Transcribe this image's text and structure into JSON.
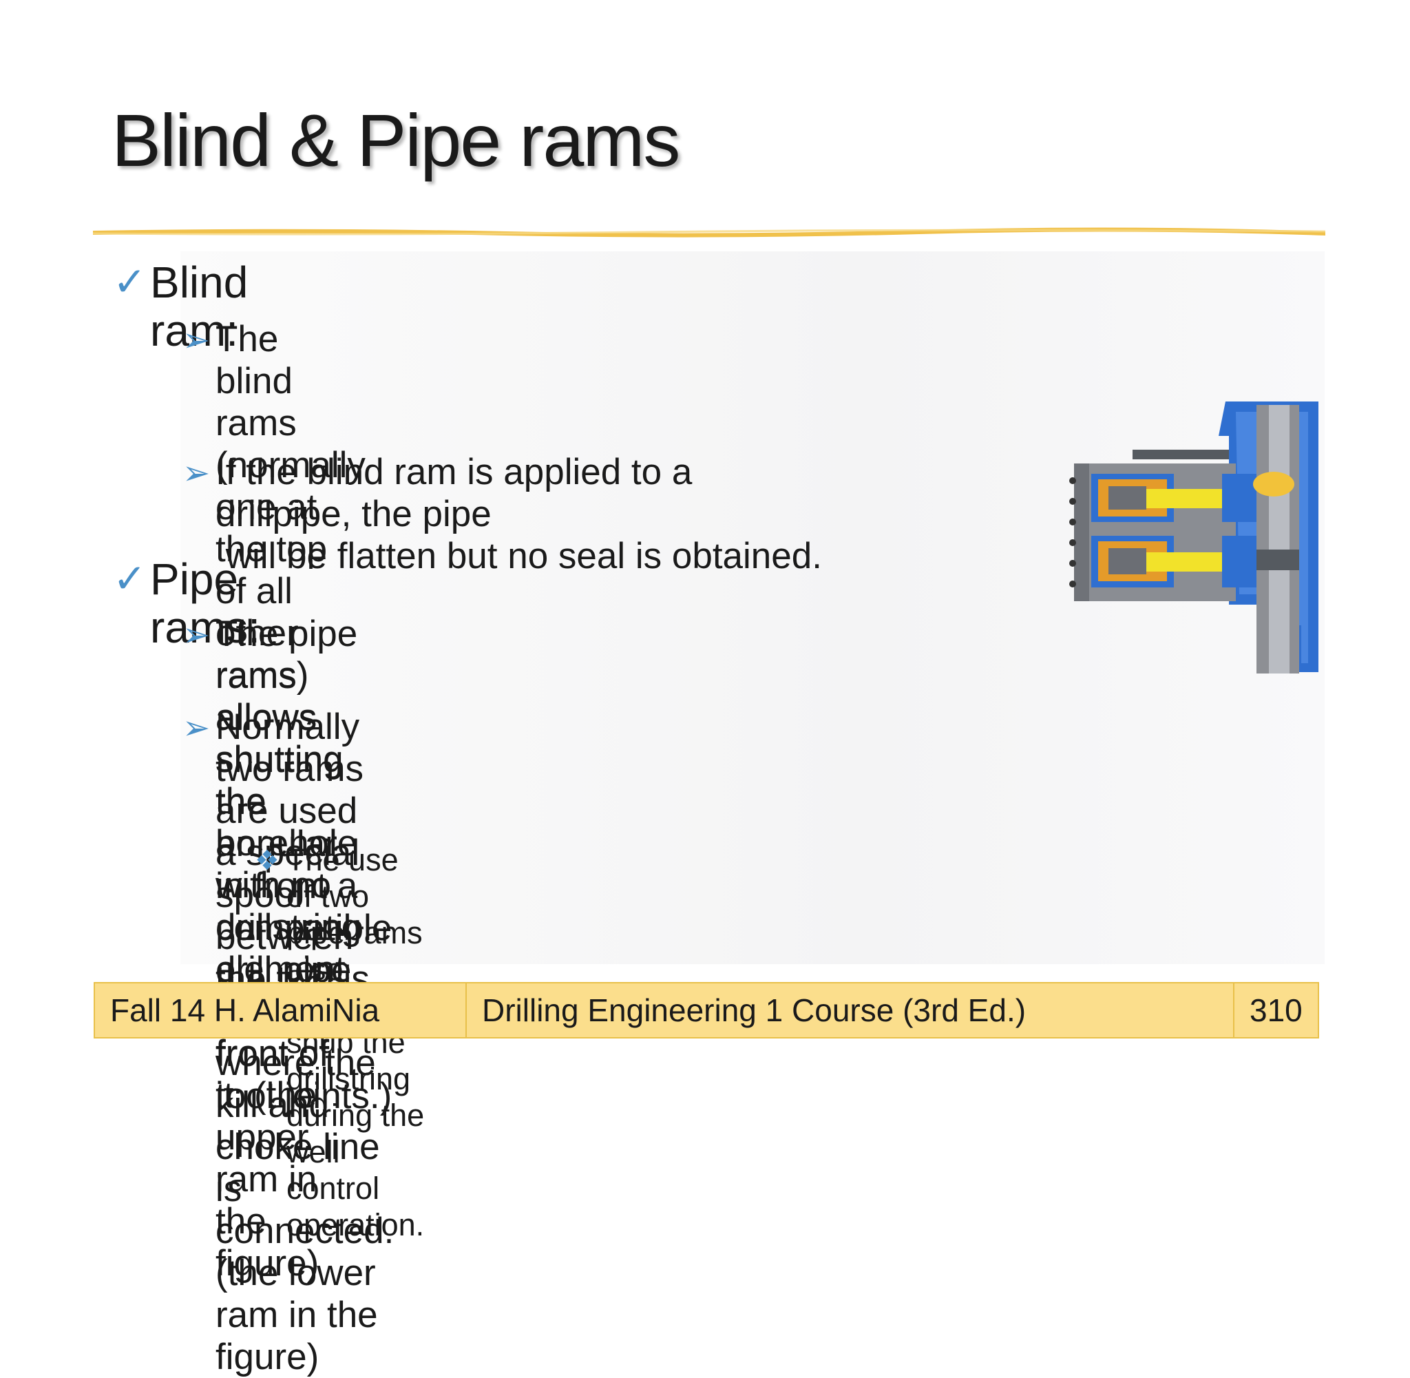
{
  "title": "Blind & Pipe rams",
  "sections": [
    {
      "heading": "Blind ram:",
      "points": [
        {
          "lines": [
            "The blind rams (normally one at the top of all other rams)",
            "allows shutting the borehole with no drillstring element in",
            "front of it. (the upper ram in the figure)"
          ]
        },
        {
          "lines": [
            "If the blind ram is applied to a drillpipe, the pipe",
            " will be flatten but no seal is obtained."
          ]
        }
      ]
    },
    {
      "heading": "Pipe rams:",
      "points": [
        {
          "lines": [
            "The pipe rams allows shutting the annular",
            "in front a compatible drill pipe (not in front of tool joints.)"
          ]
        },
        {
          "lines": [
            "Normally two rams are used",
            "a special spool between the two is used where the kill and",
            "choke line is connected. (the lower ram in the figure)"
          ]
        }
      ],
      "subpoints": [
        {
          "lines": [
            "The use of two pipe rams also",
            "permit to snub the drillstring during the well control operation."
          ]
        }
      ]
    }
  ],
  "footer": {
    "left": "Fall 14 H. AlamiNia",
    "center": "Drilling Engineering 1 Course (3rd Ed.)",
    "page": "310"
  },
  "colors": {
    "accent_rule": "#f0c14b",
    "bullet_marker": "#4a90c8",
    "footer_fill": "#fbde8c",
    "footer_border": "#e8c04a",
    "bop_blue": "#2f6fd0"
  },
  "icons": {
    "level1": "checkmark-icon",
    "level2": "arrow-bullet-icon",
    "level3": "diamond-bullet-icon"
  }
}
